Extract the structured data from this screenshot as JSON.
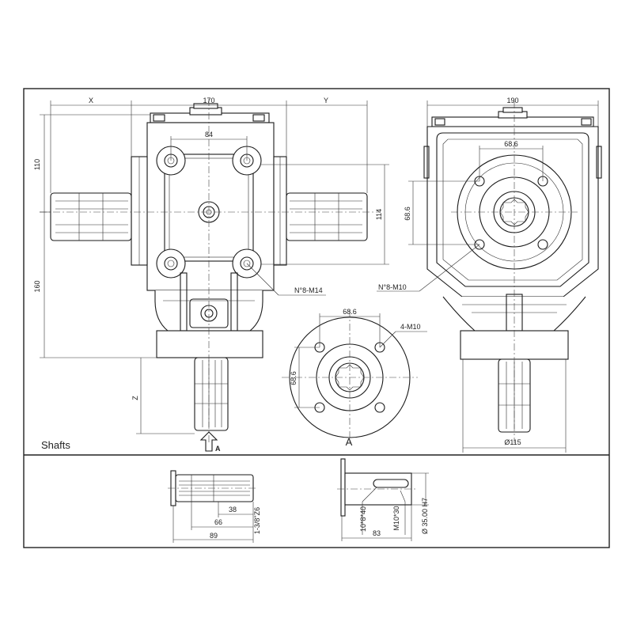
{
  "labels": {
    "dim_x": "X",
    "dim_170": "170",
    "dim_y": "Y",
    "dim_190": "190",
    "dim_84": "84",
    "dim_110": "110",
    "dim_160": "160",
    "dim_114": "114",
    "dim_68_6_side_top": "68.6",
    "dim_68_6_side_left": "68.6",
    "dim_68_6_flange_top": "68.6",
    "dim_68_6_flange_left": "68.6",
    "note_n8_m14": "N°8-M14",
    "note_n8_m10": "N°8-M10",
    "note_4_m10": "4-M10",
    "dim_z": "Z",
    "arrow_a": "A",
    "view_a": "A",
    "dim_dia_115": "Ø115",
    "section_shafts": "Shafts",
    "dim_38": "38",
    "dim_66": "66",
    "dim_89": "89",
    "spline_1_3_8": "1-3/8\"Z6",
    "dim_10x8x40": "10*8*40",
    "dim_m10x30": "M10*30",
    "dim_83": "83",
    "dim_dia_35": "Ø 35.00 H7"
  }
}
